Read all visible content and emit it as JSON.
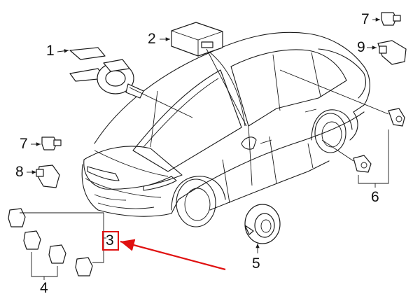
{
  "callouts": {
    "c1": "1",
    "c2": "2",
    "c3": "3",
    "c4": "4",
    "c5": "5",
    "c6": "6",
    "c7a": "7",
    "c7b": "7",
    "c8": "8",
    "c9": "9"
  },
  "colors": {
    "highlight": "#e01010",
    "ink": "#1a1a1a"
  }
}
